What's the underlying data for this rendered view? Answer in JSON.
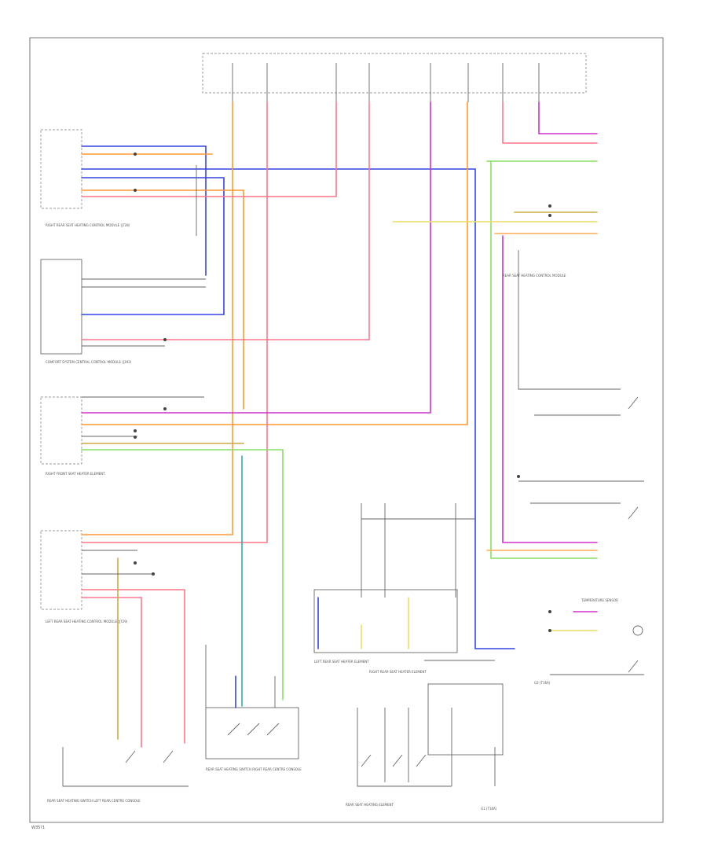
{
  "footer": {
    "code": "W35?1"
  },
  "labels": {
    "right_rear_seat": "RIGHT REAR SEAT HEATING CONTROL MODULE (J728)",
    "comfort_cm": "COMFORT SYSTEM CENTRAL CONTROL MODULE (J393)",
    "seat_heater_right_front": "RIGHT FRONT SEAT HEATER ELEMENT",
    "left_rear_seat": "LEFT REAR SEAT HEATING CONTROL MODULE (J729)",
    "seat_switch_rear": "REAR SEAT HEATING CONTROL MODULE",
    "g_left": "LEFT REAR SEAT HEATER ELEMENT",
    "g_right": "RIGHT REAR SEAT HEATER ELEMENT",
    "bottom_left": "REAR SEAT HEATING SWITCH LEFT REAR CENTRE CONSOLE",
    "bottom_mid": "REAR SEAT HEATING SWITCH RIGHT REAR CENTRE CONSOLE",
    "bottom_center": "REAR SEAT HEATING ELEMENT",
    "ground_left": "G1 (T16A)",
    "ground_right": "G2 (T16A)",
    "temp_sensor": "TEMPERATURE SENSOR"
  }
}
